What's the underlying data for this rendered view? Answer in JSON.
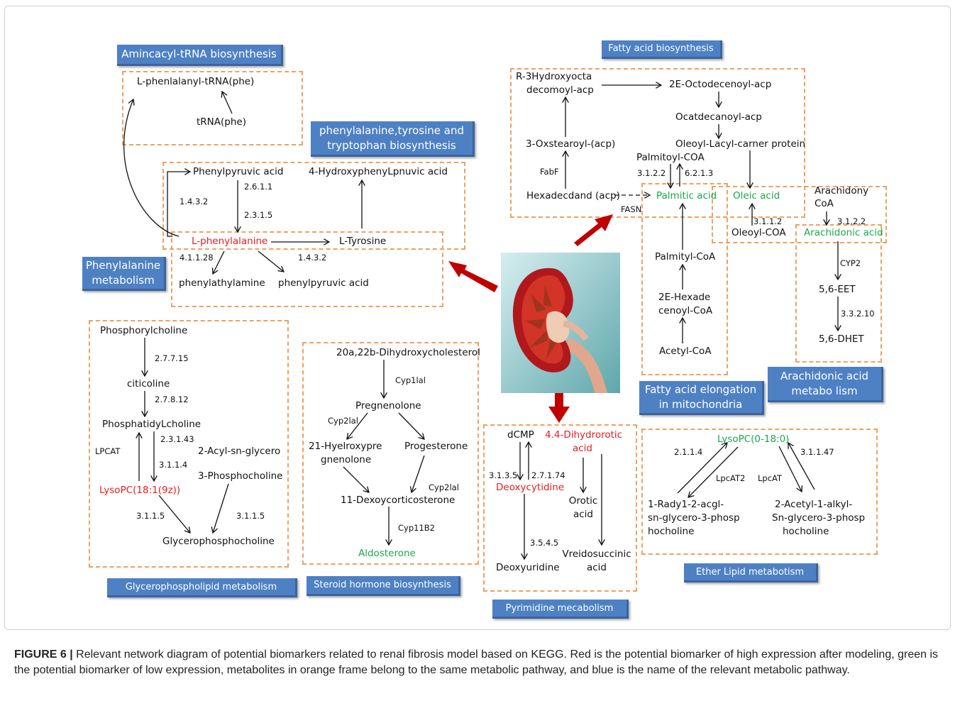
{
  "pathways": {
    "aminoacyl": "Amincacyl-tRNA biosynthesis",
    "phe_tyr_trp": "phenylalanine,tyrosine and tryptophan biosynthesis",
    "phe_metabolism": "Phenylalanine metabolism",
    "fatty_acid_biosynthesis": "Fatty acid biosynthesis",
    "fatty_acid_elongation": "Fatty acid elongation in mitochondria",
    "arachidonic": "Arachidonic acid metabo lism",
    "glycerophospholipid": "Glycerophospholipid metabolism",
    "steroid": "Steroid hormone biosynthesis",
    "pyrimidine": "Pyrimidine mecabolism",
    "ether_lipid": "Ether Lipid metabotism"
  },
  "nodes": {
    "l_phe_trna": "L-phenlalanyl-tRNA(phe)",
    "trna_phe": "tRNA(phe)",
    "phenylpyruvic": "Phenylpyruvic acid",
    "hydroxyphenyl": "4-HydroxyphenyLpnuvic acid",
    "l_phenylalanine": "L-phenylalanine",
    "l_tyrosine": "L-Tyrosine",
    "phenylathylamine": "phenylathylamine",
    "phenylpyruvic2": "phenylpyruvic acid",
    "r3h_1": "R-3Hydroxyocta",
    "r3h_2": "decomoyl-acp",
    "octodecenoyl": "2E-Octodecenoyl-acp",
    "ocatdecanoyl": "Ocatdecanoyl-acp",
    "oxstearoyl": "3-Oxstearoyl-(acp)",
    "oleoyl_carrier": "Oleoyl-Lacyl-carner protein",
    "palmitoyl_coa": "Palmitoyl-COA",
    "hexadecdand": "Hexadecdand (acp)",
    "palmitic": "Palmitic acid",
    "oleic": "Oleic acid",
    "arachidony_1": "Arachidony",
    "arachidony_2": "CoA",
    "oleoyl_coa": "Oleoyl-COA",
    "arachidonic": "Arachidonic acid",
    "palmityl_coa": "Palmityl-CoA",
    "hexade_1": "2E-Hexade",
    "hexade_2": "cenoyl-CoA",
    "acetyl_coa": "Acetyl-CoA",
    "eet": "5,6-EET",
    "dhet": "5,6-DHET",
    "phosphorylcholine": "Phosphorylcholine",
    "citicoline": "citicoline",
    "phosphatidylcholine": "PhosphatidyLcholine",
    "acyl_1": "2-Acyl-sn-glycero",
    "acyl_2": "3-Phosphocholine",
    "lysopc_18_1": "LysoPC(18:1(9z))",
    "glycerophosphocholine": "Glycerophosphocholine",
    "dihydroxycholesterol": "20a,22b-Dihydroxycholesterol",
    "pregnenolone": "Pregnenolone",
    "hydroxypre_1": "21-Hyelroxypre",
    "hydroxypre_2": "gnenolone",
    "progesterone": "Progesterone",
    "dexoycorticosterone": "11-Dexoycorticosterone",
    "aldosterone": "Aldosterone",
    "dcmp": "dCMP",
    "dihydroorotic_1": "4.4-Dihydrorotic",
    "dihydroorotic_2": "acid",
    "deoxycytidine": "Deoxycytidine",
    "orotic_1": "Orotic",
    "orotic_2": "acid",
    "deoxyuridine": "Deoxyuridine",
    "ureidosuccinic_1": "Vreidosuccinic",
    "ureidosuccinic_2": "acid",
    "lysopc_0_18": "LysoPC(0-18:0)",
    "radyl_1": "1-Rady1-2-acgl-",
    "radyl_2": "sn-glycero-3-phosp",
    "radyl_3": "hocholine",
    "alkyl_1": "2-Acetyl-1-alkyl-",
    "alkyl_2": "Sn-glycero-3-phosp",
    "alkyl_3": "hocholine"
  },
  "enzymes": {
    "e2_6_1_1": "2.6.1.1",
    "e1_4_3_2a": "1.4.3.2",
    "e2_3_1_5": "2.3.1.5",
    "e4_1_1_28": "4.1.1.28",
    "e1_4_3_2b": "1.4.3.2",
    "fabf": "FabF",
    "e3_1_2_2a": "3.1.2.2",
    "e6_2_1_3": "6.2.1.3",
    "fasn": "FASN",
    "e3_1_1_2": "3.1.1.2",
    "e3_1_2_2b": "3.1.2.2",
    "cyp2": "CYP2",
    "e3_3_2_10": "3.3.2.10",
    "e2_7_7_15": "2.7.7.15",
    "e2_7_8_12": "2.7.8.12",
    "e2_3_1_43": "2.3.1.43",
    "lpcat": "LPCAT",
    "e3_1_1_4": "3.1.1.4",
    "e3_1_1_5a": "3.1.1.5",
    "e3_1_1_5b": "3.1.1.5",
    "cyp1lal": "Cyp1lal",
    "cyp2lal_a": "Cyp2lal",
    "cyp2lal_b": "Cyp2lal",
    "cyp11b2": "Cyp11B2",
    "e3_1_3_5": "3.1.3.5",
    "e2_7_1_74": "2.7.1.74",
    "e3_5_4_5": "3.5.4.5",
    "e2_1_1_4": "2.1.1.4",
    "lpcat2": "LpcAT2",
    "lpcat_b": "LpcAT",
    "e3_1_1_47": "3.1.1.47"
  },
  "colors": {
    "high_expression": "#e51e1e",
    "low_expression": "#1aa84a",
    "pathway_frame": "#f0a060",
    "pathway_label": "#4e81c3",
    "center_arrow": "#c00000"
  },
  "caption": {
    "label": "FIGURE 6 |",
    "text": " Relevant network diagram of potential biomarkers related to renal fibrosis model based on KEGG. Red is the potential biomarker of high expression after modeling, green is the potential biomarker of low expression, metabolites in orange frame belong to the same metabolic pathway, and blue is the name of the relevant metabolic pathway."
  }
}
